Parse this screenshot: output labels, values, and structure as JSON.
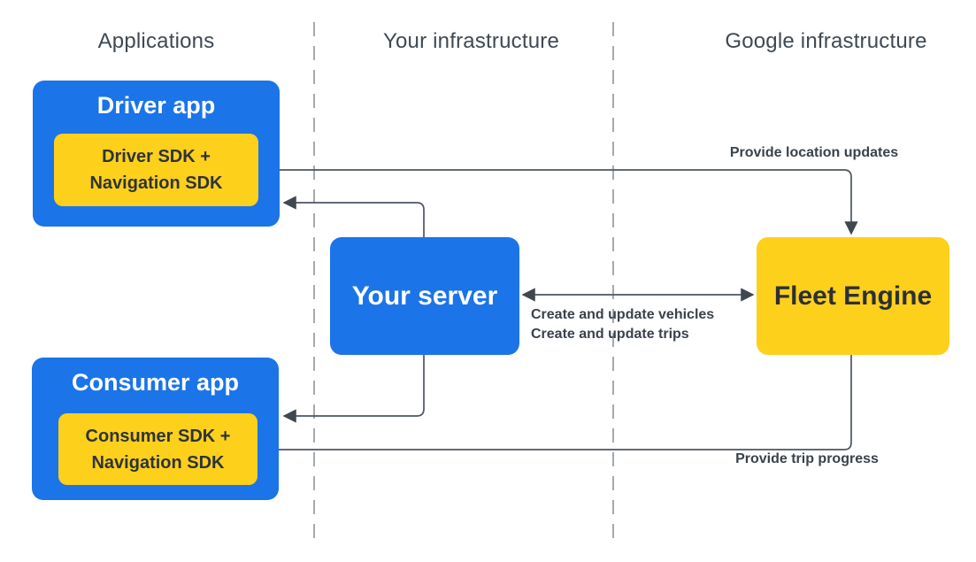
{
  "diagram": {
    "column_headers": {
      "applications": "Applications",
      "your_infrastructure": "Your infrastructure",
      "google_infrastructure": "Google infrastructure"
    },
    "nodes": {
      "driver_app": {
        "title": "Driver app",
        "sdk_line1": "Driver SDK +",
        "sdk_line2": "Navigation SDK"
      },
      "consumer_app": {
        "title": "Consumer app",
        "sdk_line1": "Consumer SDK +",
        "sdk_line2": "Navigation SDK"
      },
      "your_server": {
        "title": "Your server"
      },
      "fleet_engine": {
        "title": "Fleet Engine"
      }
    },
    "edge_labels": {
      "provide_location_updates": "Provide location updates",
      "create_update_vehicles": "Create and update vehicles",
      "create_update_trips": "Create and update trips",
      "provide_trip_progress": "Provide trip progress"
    },
    "colors": {
      "app_blue": "#1B74E8",
      "sdk_yellow": "#FDD01C",
      "arrow_gray": "#4D5661",
      "arrowhead_gray": "#3F4751",
      "divider_gray": "#9AA1A7",
      "heading_text": "#3E4954",
      "dark_text": "#2E3338",
      "label_text": "#39424C"
    }
  }
}
